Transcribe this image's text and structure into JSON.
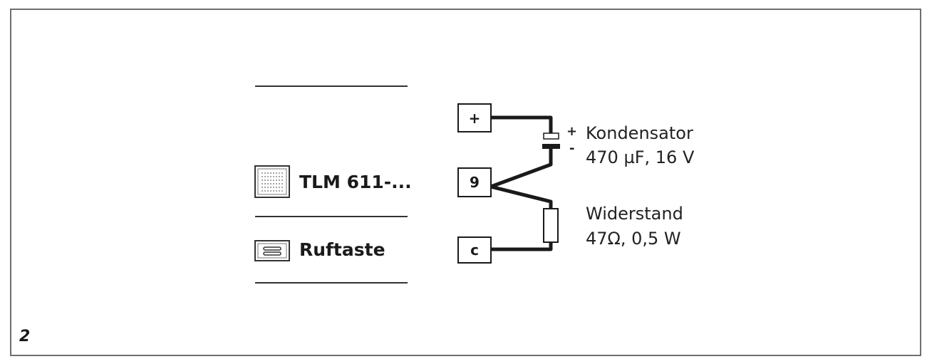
{
  "figure_number": "2",
  "devices": {
    "tlm": {
      "label": "TLM 611-...",
      "icon": "speaker-grille-icon"
    },
    "ruftaste": {
      "label": "Ruftaste",
      "icon": "call-button-icon"
    }
  },
  "terminals": {
    "plus": "+",
    "nine": "9",
    "c": "c"
  },
  "capacitor": {
    "name": "Kondensator",
    "spec": "470 µF, 16 V",
    "plus_sign": "+",
    "minus_sign": "-"
  },
  "resistor": {
    "name": "Widerstand",
    "spec": "47Ω, 0,5 W"
  }
}
